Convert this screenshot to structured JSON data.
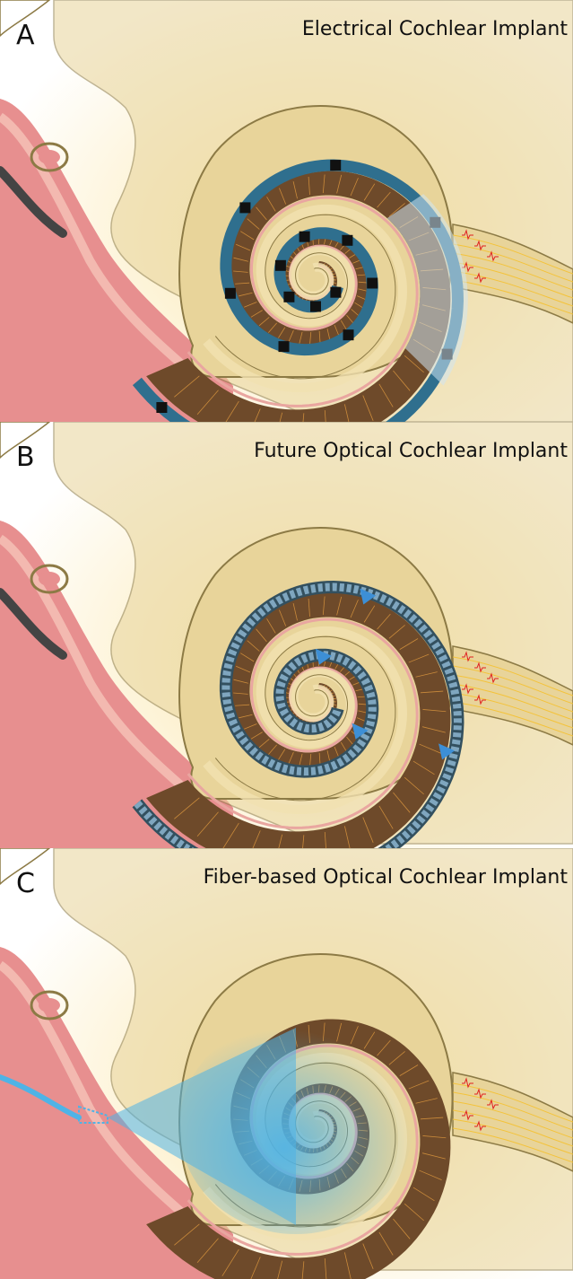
{
  "panels": [
    {
      "letter": "A",
      "title": "Electrical Cochlear Implant",
      "variant": "electrical"
    },
    {
      "letter": "B",
      "title": "Future Optical Cochlear Implant",
      "variant": "optical"
    },
    {
      "letter": "C",
      "title": "Fiber-based Optical Cochlear Implant",
      "variant": "fiber"
    }
  ],
  "colors": {
    "background_glow": "#fbe7ad",
    "bone": "#e8d49a",
    "bone_outline": "#8c7a45",
    "cochlea_dark": "#6e4a2a",
    "nerve_fibers": "#c98a3b",
    "pink_membrane": "#e9a6a0",
    "ear_canal": "#e78f8f",
    "electrode": "#2f6f8e",
    "contact": "#111111",
    "emitter": "#7fa6bf",
    "light_blue": "#4fb3e6",
    "spike_red": "#e02020"
  }
}
